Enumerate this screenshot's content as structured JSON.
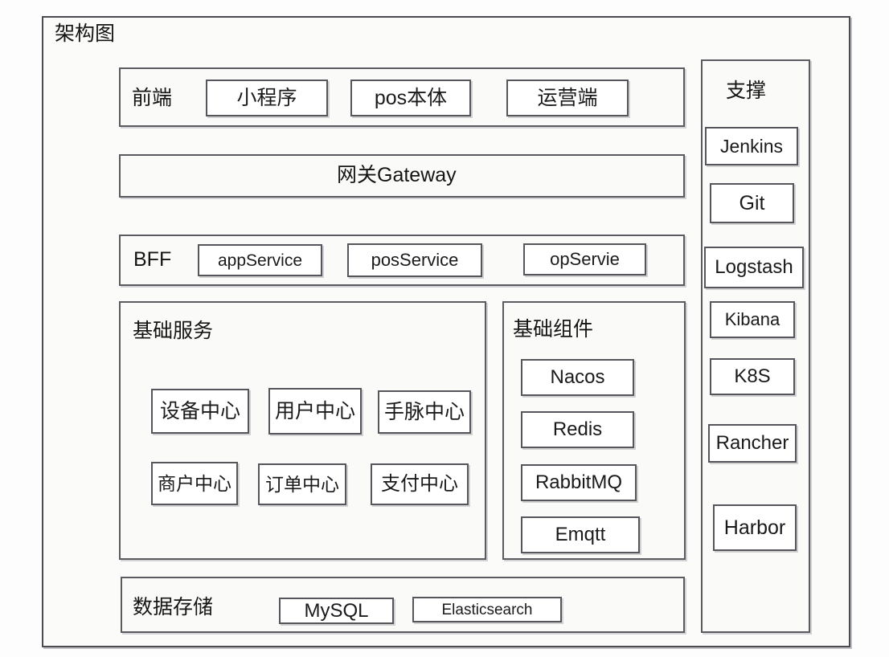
{
  "diagram": {
    "title": "架构图"
  },
  "frontend": {
    "label": "前端",
    "nodes": [
      {
        "id": "miniprogram",
        "label": "小程序"
      },
      {
        "id": "pos",
        "label": "pos本体"
      },
      {
        "id": "ops",
        "label": "运营端"
      }
    ]
  },
  "gateway": {
    "label": "网关Gateway"
  },
  "bff": {
    "label": "BFF",
    "nodes": [
      {
        "id": "appservice",
        "label": "appService"
      },
      {
        "id": "posservice",
        "label": "posService"
      },
      {
        "id": "opservie",
        "label": "opServie"
      }
    ]
  },
  "base_services": {
    "label": "基础服务",
    "nodes": [
      {
        "id": "device",
        "label": "设备中心"
      },
      {
        "id": "user",
        "label": "用户中心"
      },
      {
        "id": "hand",
        "label": "手脉中心"
      },
      {
        "id": "merchant",
        "label": "商户中心"
      },
      {
        "id": "order",
        "label": "订单中心"
      },
      {
        "id": "pay",
        "label": "支付中心"
      }
    ]
  },
  "base_components": {
    "label": "基础组件",
    "nodes": [
      {
        "id": "nacos",
        "label": "Nacos"
      },
      {
        "id": "redis",
        "label": "Redis"
      },
      {
        "id": "rabbitmq",
        "label": "RabbitMQ"
      },
      {
        "id": "emqtt",
        "label": "Emqtt"
      }
    ]
  },
  "storage": {
    "label": "数据存储",
    "nodes": [
      {
        "id": "mysql",
        "label": "MySQL"
      },
      {
        "id": "elasticsearch",
        "label": "Elasticsearch"
      }
    ]
  },
  "support": {
    "label": "支撑",
    "nodes": [
      {
        "id": "jenkins",
        "label": "Jenkins"
      },
      {
        "id": "git",
        "label": "Git"
      },
      {
        "id": "logstash",
        "label": "Logstash"
      },
      {
        "id": "kibana",
        "label": "Kibana"
      },
      {
        "id": "k8s",
        "label": "K8S"
      },
      {
        "id": "rancher",
        "label": "Rancher"
      },
      {
        "id": "harbor",
        "label": "Harbor"
      }
    ]
  },
  "colors": {
    "page_background": "#fdfdfd",
    "frame_background": "#fbfbfa",
    "panel_background": "#fafaf8",
    "node_background": "#ffffff",
    "border": "#55555c",
    "text": "#151515"
  }
}
